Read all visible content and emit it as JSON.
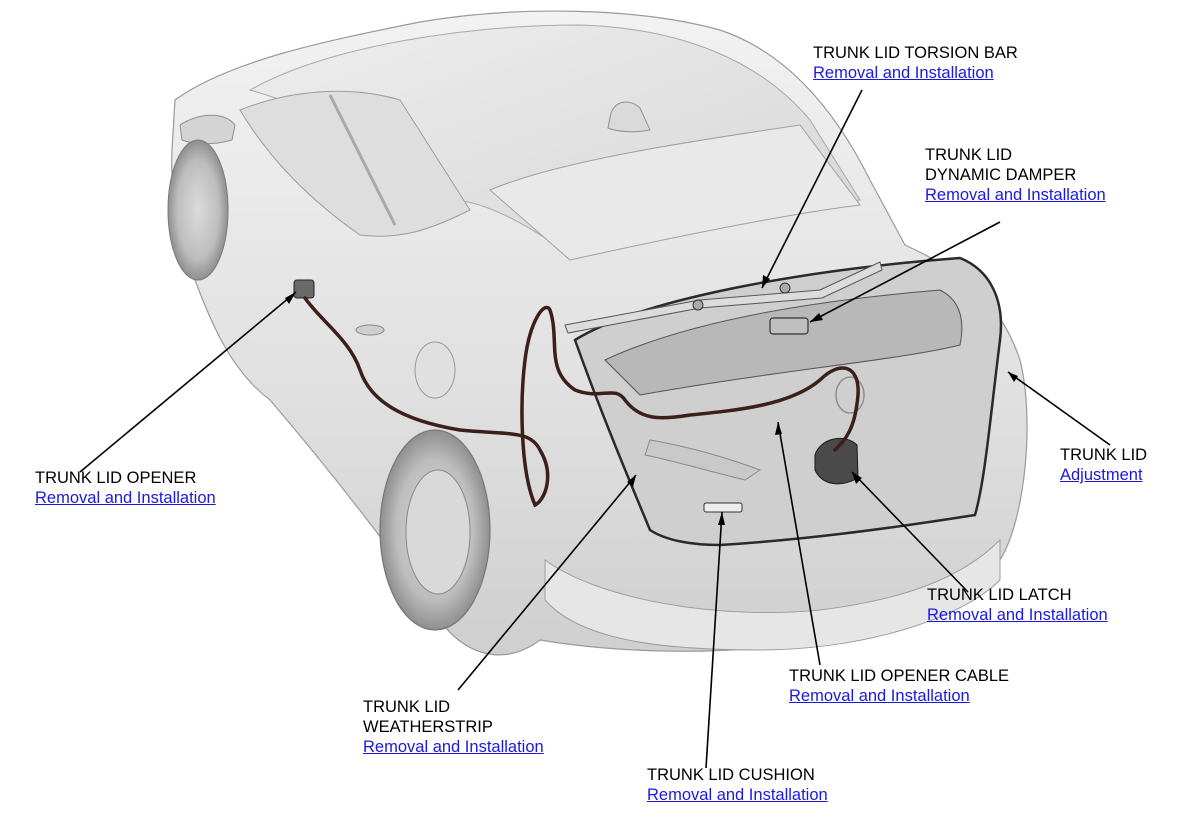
{
  "colors": {
    "link": "#1a1adf",
    "leader": "#000000",
    "car_body": "#e4e4e4",
    "car_shadow": "#bdbdbd",
    "cable": "#3a1f1a"
  },
  "callouts": {
    "torsion_bar": {
      "name": "TRUNK LID TORSION BAR",
      "link": "Removal and Installation"
    },
    "dynamic_damper": {
      "name_line1": "TRUNK LID",
      "name_line2": "DYNAMIC DAMPER",
      "link": "Removal and Installation"
    },
    "opener": {
      "name": "TRUNK LID OPENER",
      "link": "Removal and Installation"
    },
    "lid": {
      "name": "TRUNK LID",
      "link": "Adjustment"
    },
    "latch": {
      "name": "TRUNK LID LATCH",
      "link": "Removal and Installation"
    },
    "opener_cable": {
      "name": "TRUNK LID OPENER CABLE",
      "link": "Removal and Installation"
    },
    "weatherstrip": {
      "name_line1": "TRUNK LID",
      "name_line2": "WEATHERSTRIP",
      "link": "Removal and Installation"
    },
    "cushion": {
      "name": "TRUNK LID CUSHION",
      "link": "Removal and Installation"
    }
  }
}
